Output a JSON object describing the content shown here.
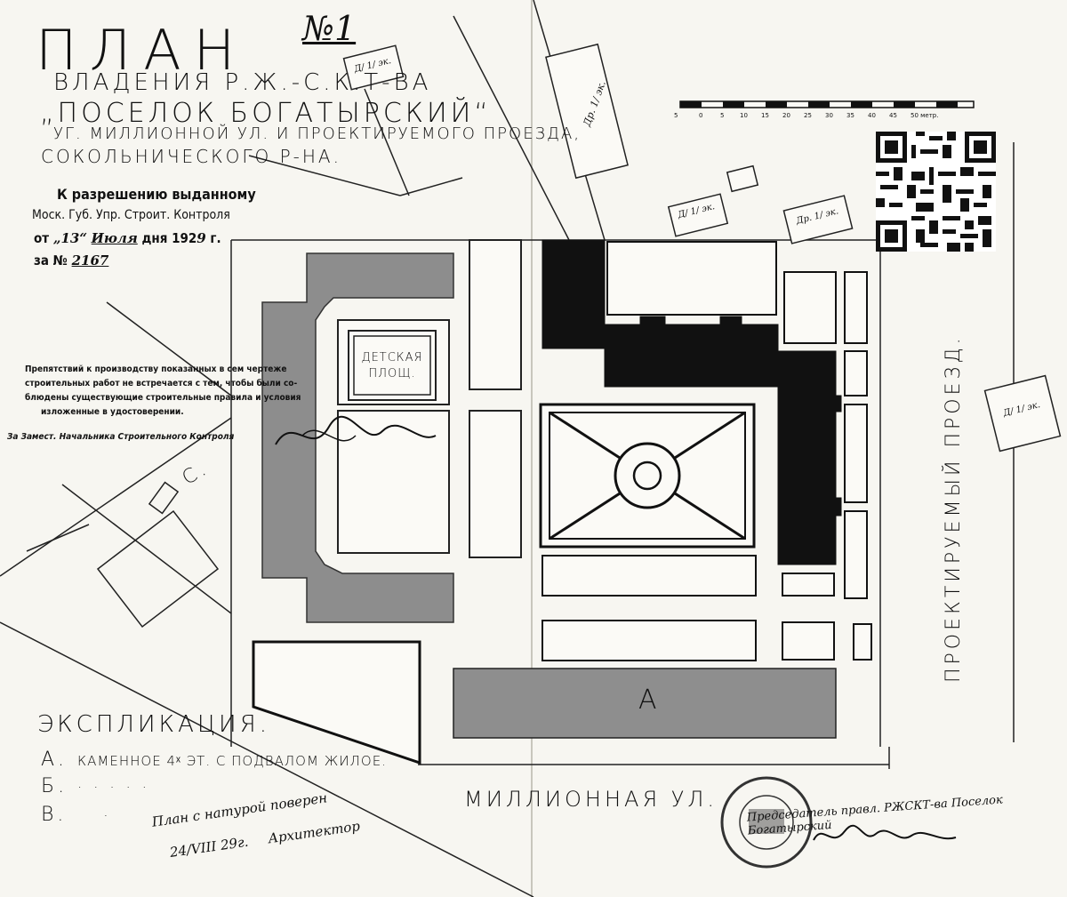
{
  "header": {
    "number": "№1",
    "title": "ПЛАН",
    "line1": "ВЛАДЕНИЯ Р.Ж.-С.К.Т-ВА",
    "line2": "„ПОСЕЛОК БОГАТЫРСКИЙ“",
    "line3": "УГ. МИЛЛИОННОЙ УЛ. И ПРОЕКТИРУЕМОГО ПРОЕЗДА,",
    "line4": "СОКОЛЬНИЧЕСКОГО Р-НА."
  },
  "permit": {
    "line1": "К разрешению выданному",
    "line2": "Моск. Губ. Упр. Строит. Контроля",
    "date_prefix": "от",
    "date_day": "„13“",
    "date_month": "Июля",
    "date_mid": "дня 192",
    "date_year": "9",
    "date_suffix": "г.",
    "number_label": "за №",
    "number_value": "2167"
  },
  "stamp": {
    "line1": "Препятствий к производству показанных в сем чертеже",
    "line2": "строительных работ не встречается с тем, чтобы были со-",
    "line3": "блюдены существующие строительные правила и условия",
    "line4": "изложенные в удостоверении.",
    "signatory": "За Замест. Начальника Строительного Контроля"
  },
  "map": {
    "playground_line1": "ДЕТСКАЯ",
    "playground_line2": "ПЛОЩ.",
    "building_a": "А",
    "street_right": "ПРОЕКТИРУЕМЫЙ ПРОЕЗД.",
    "street_bottom": "МИЛЛИОННАЯ УЛ.",
    "letter_c": "С.",
    "scale_ticks": [
      "5",
      "0",
      "5",
      "10",
      "15",
      "20",
      "25",
      "30",
      "35",
      "40",
      "45",
      "50 метр."
    ],
    "tag_d1": "Д/ 1/ эк.",
    "tag_d2": "Др. 1/ эк.",
    "tag_d3": "Д/ 1/ эк.",
    "tag_d4": "Др. 1/ эк.",
    "tag_d5": "Д/ 1/ эк."
  },
  "legend": {
    "title": "ЭКСПЛИКАЦИЯ.",
    "a_label": "А.",
    "a_text": "КАМЕННОЕ 4ˣ ЭТ. С ПОДВАЛОМ ЖИЛОЕ.",
    "b_label": "Б.",
    "b_text": "·      ·      ·      ·      ·",
    "c_label": "В.",
    "c_text": "·",
    "handwritten_note": "План с натурой поверен",
    "handwritten_date": "24/VIII 29г.",
    "handwritten_role": "Архитектор"
  },
  "corner_stamp": {
    "text": "Председатель правл. РЖСКТ-ва Поселок Богатырский"
  }
}
